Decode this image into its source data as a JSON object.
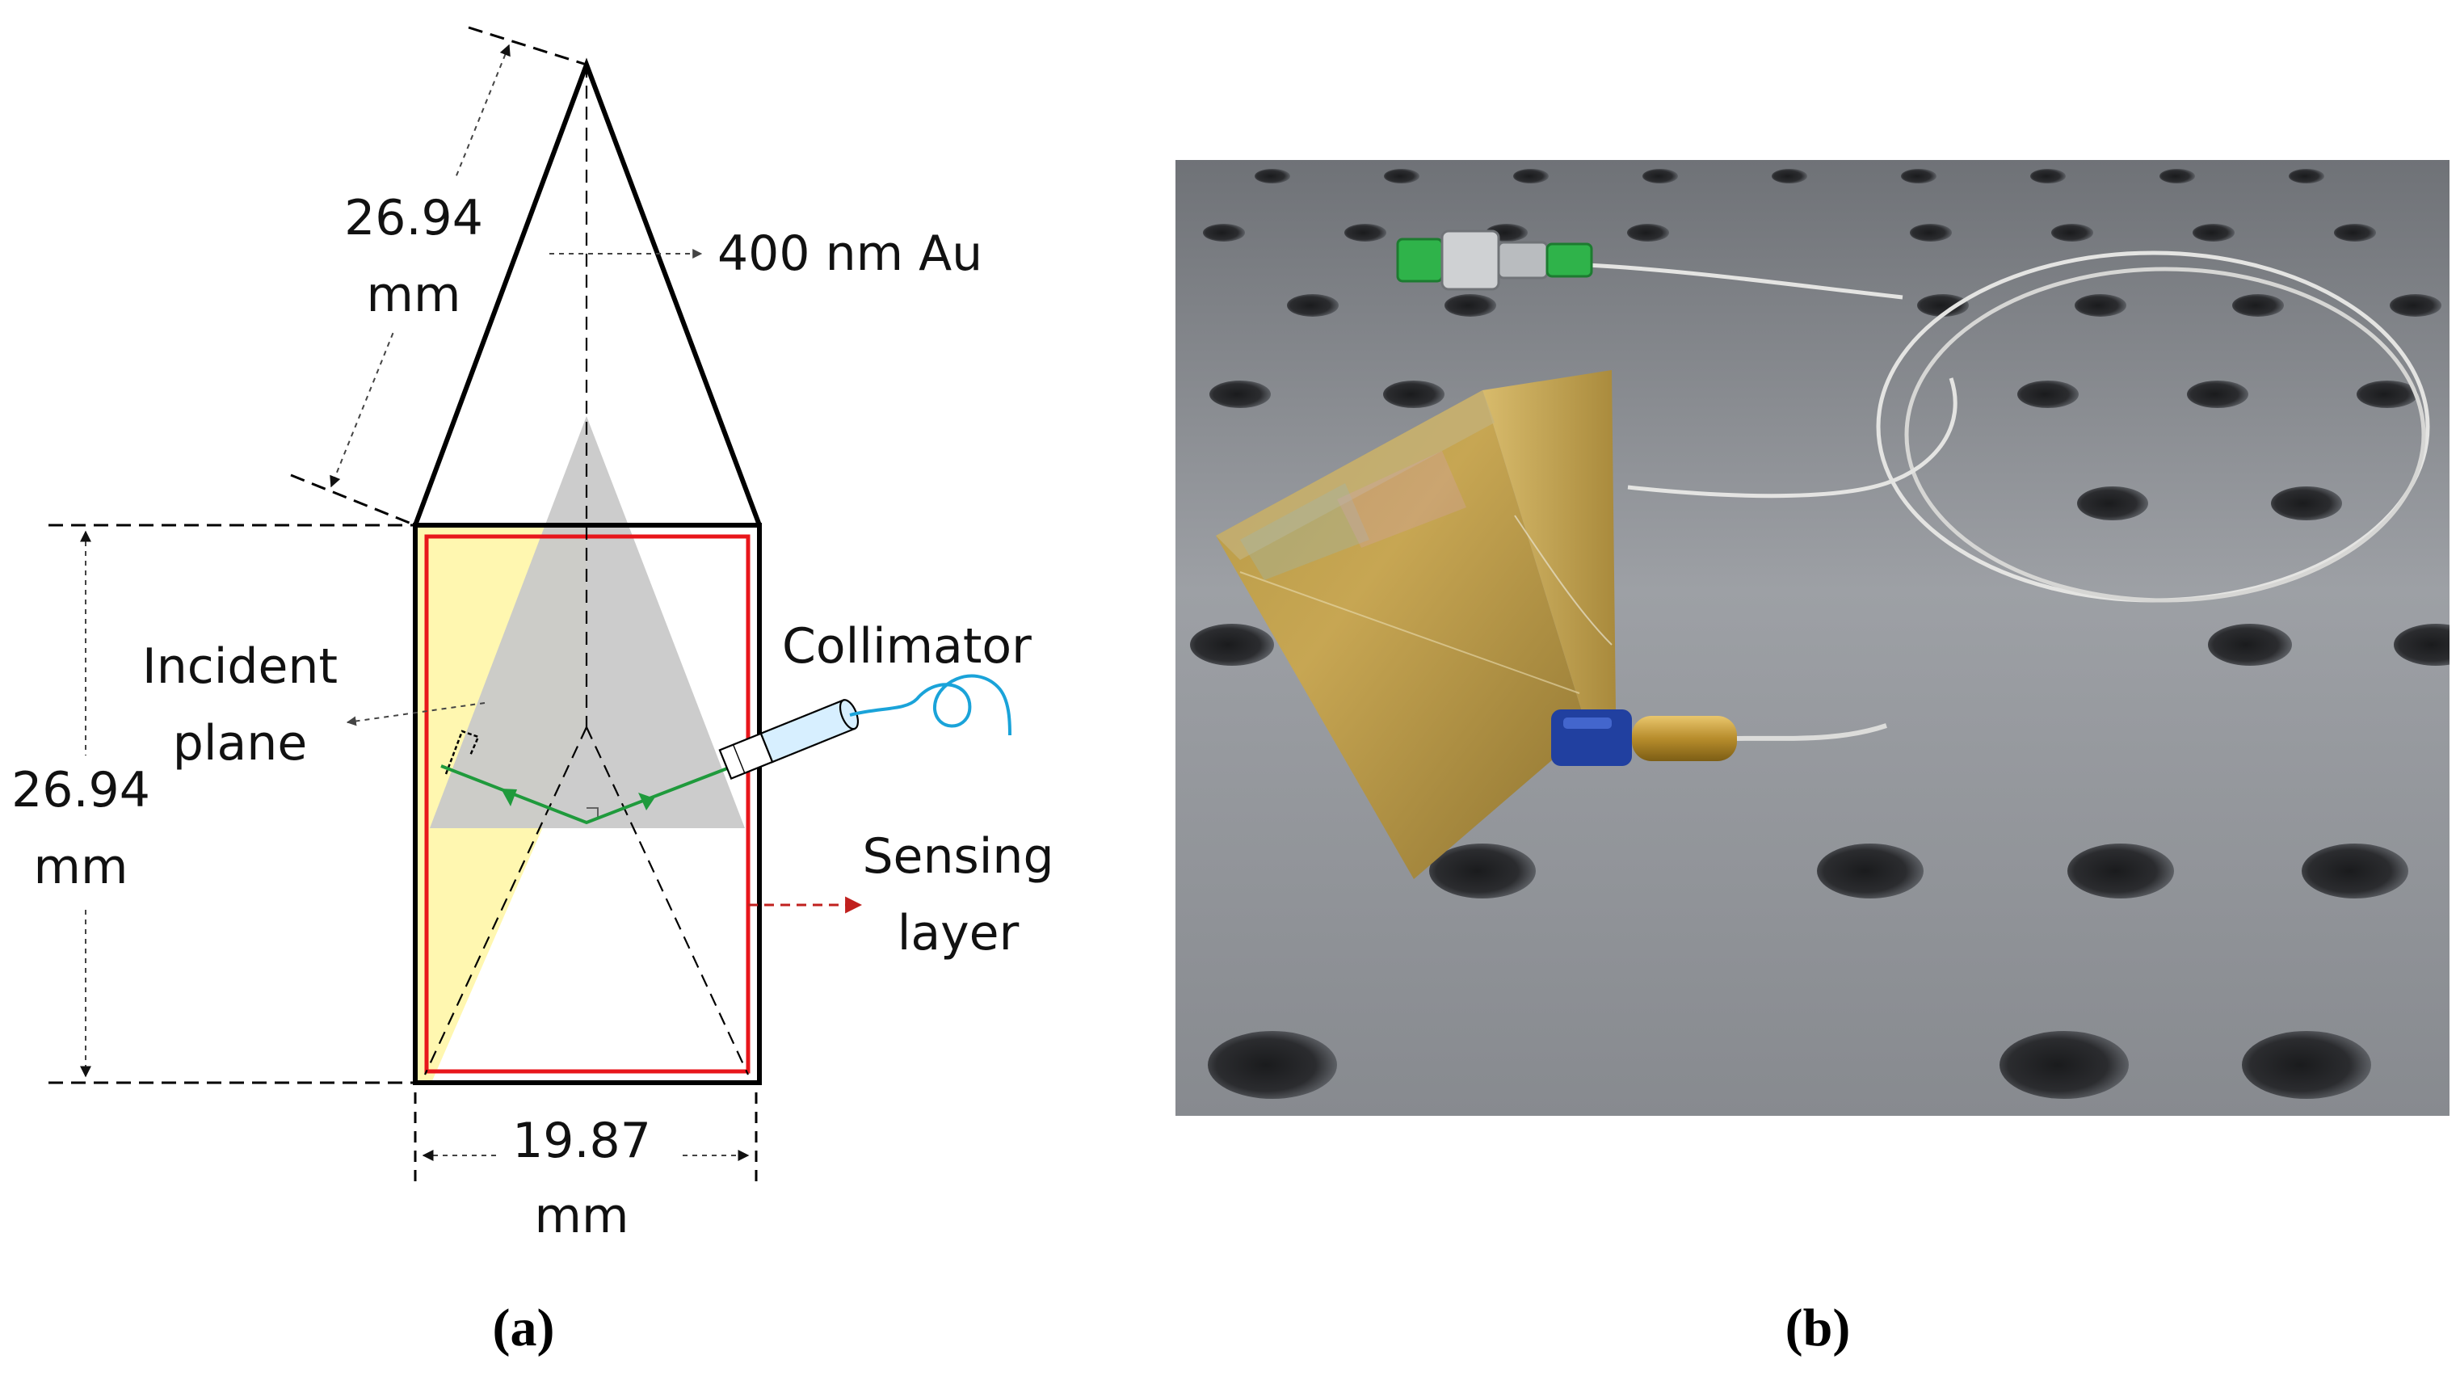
{
  "panel_a": {
    "caption": "(a)",
    "dim_slant_value": "26.94",
    "dim_slant_unit": "mm",
    "dim_height_value": "26.94",
    "dim_height_unit": "mm",
    "dim_width_value": "19.87",
    "dim_width_unit": "mm",
    "label_gold": "400 nm Au",
    "label_collimator": "Collimator",
    "label_incident_line1": "Incident",
    "label_incident_line2": "plane",
    "label_sensing_line1": "Sensing",
    "label_sensing_line2": "layer"
  },
  "panel_b": {
    "caption": "(b)"
  },
  "colors": {
    "gold_face": "#fff7b0",
    "incident_plane": "#c9c9c9",
    "sensing_layer": "#e8161b",
    "beam": "#1f9a3c",
    "fiber": "#1aa3d9",
    "sensing_arrow": "#c0201e",
    "table": "#8e9196"
  }
}
